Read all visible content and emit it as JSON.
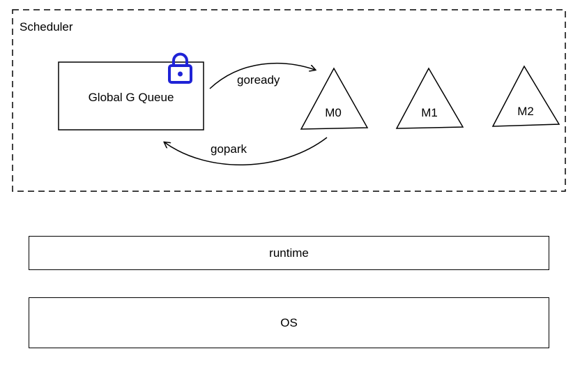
{
  "scheduler": {
    "title": "Scheduler"
  },
  "global_queue": {
    "label": "Global G Queue",
    "lock_icon": "lock-icon",
    "lock_color": "#1f23d6"
  },
  "arrows": {
    "goready": "goready",
    "gopark": "gopark"
  },
  "machines": [
    {
      "label": "M0"
    },
    {
      "label": "M1"
    },
    {
      "label": "M2"
    }
  ],
  "layers": {
    "runtime": "runtime",
    "os": "OS"
  }
}
